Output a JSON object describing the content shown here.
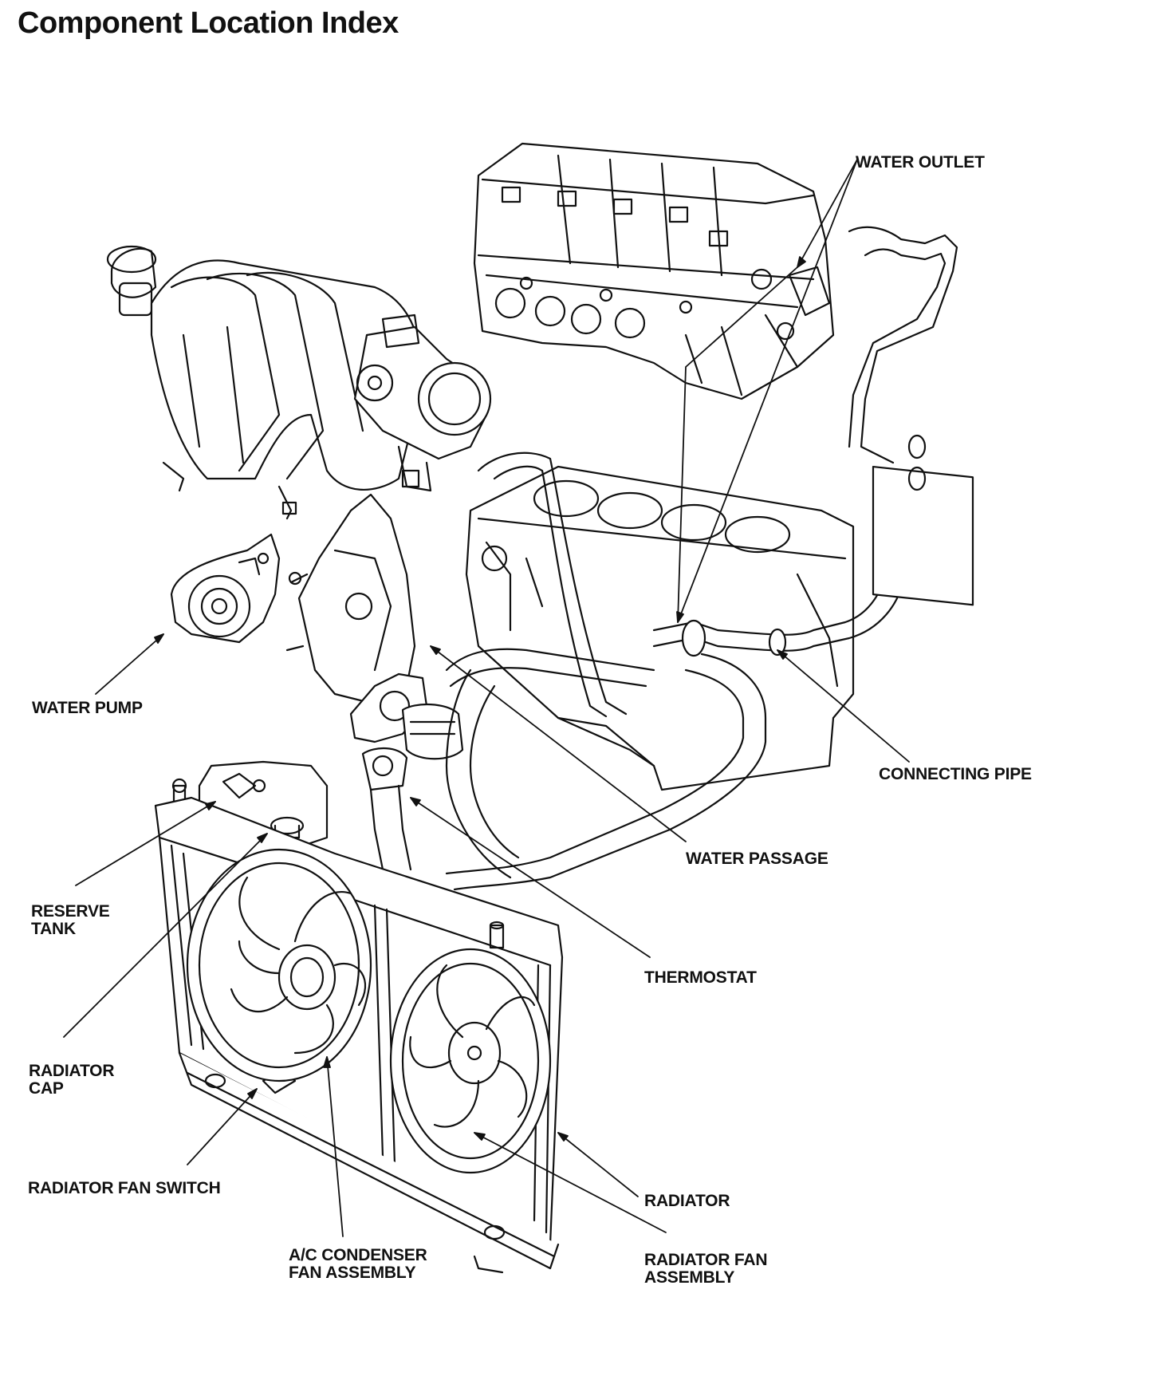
{
  "title": "Component Location Index",
  "labels": {
    "water_outlet": [
      "WATER OUTLET"
    ],
    "water_pump": [
      "WATER PUMP"
    ],
    "connecting_pipe": [
      "CONNECTING PIPE"
    ],
    "water_passage": [
      "WATER PASSAGE"
    ],
    "reserve_tank": [
      "RESERVE",
      "TANK"
    ],
    "thermostat": [
      "THERMOSTAT"
    ],
    "radiator_cap": [
      "RADIATOR",
      "CAP"
    ],
    "radiator_fan_switch": [
      "RADIATOR FAN SWITCH"
    ],
    "radiator": [
      "RADIATOR"
    ],
    "ac_condenser_fan_assembly": [
      "A/C CONDENSER",
      "FAN ASSEMBLY"
    ],
    "radiator_fan_assembly": [
      "RADIATOR FAN",
      "ASSEMBLY"
    ]
  }
}
